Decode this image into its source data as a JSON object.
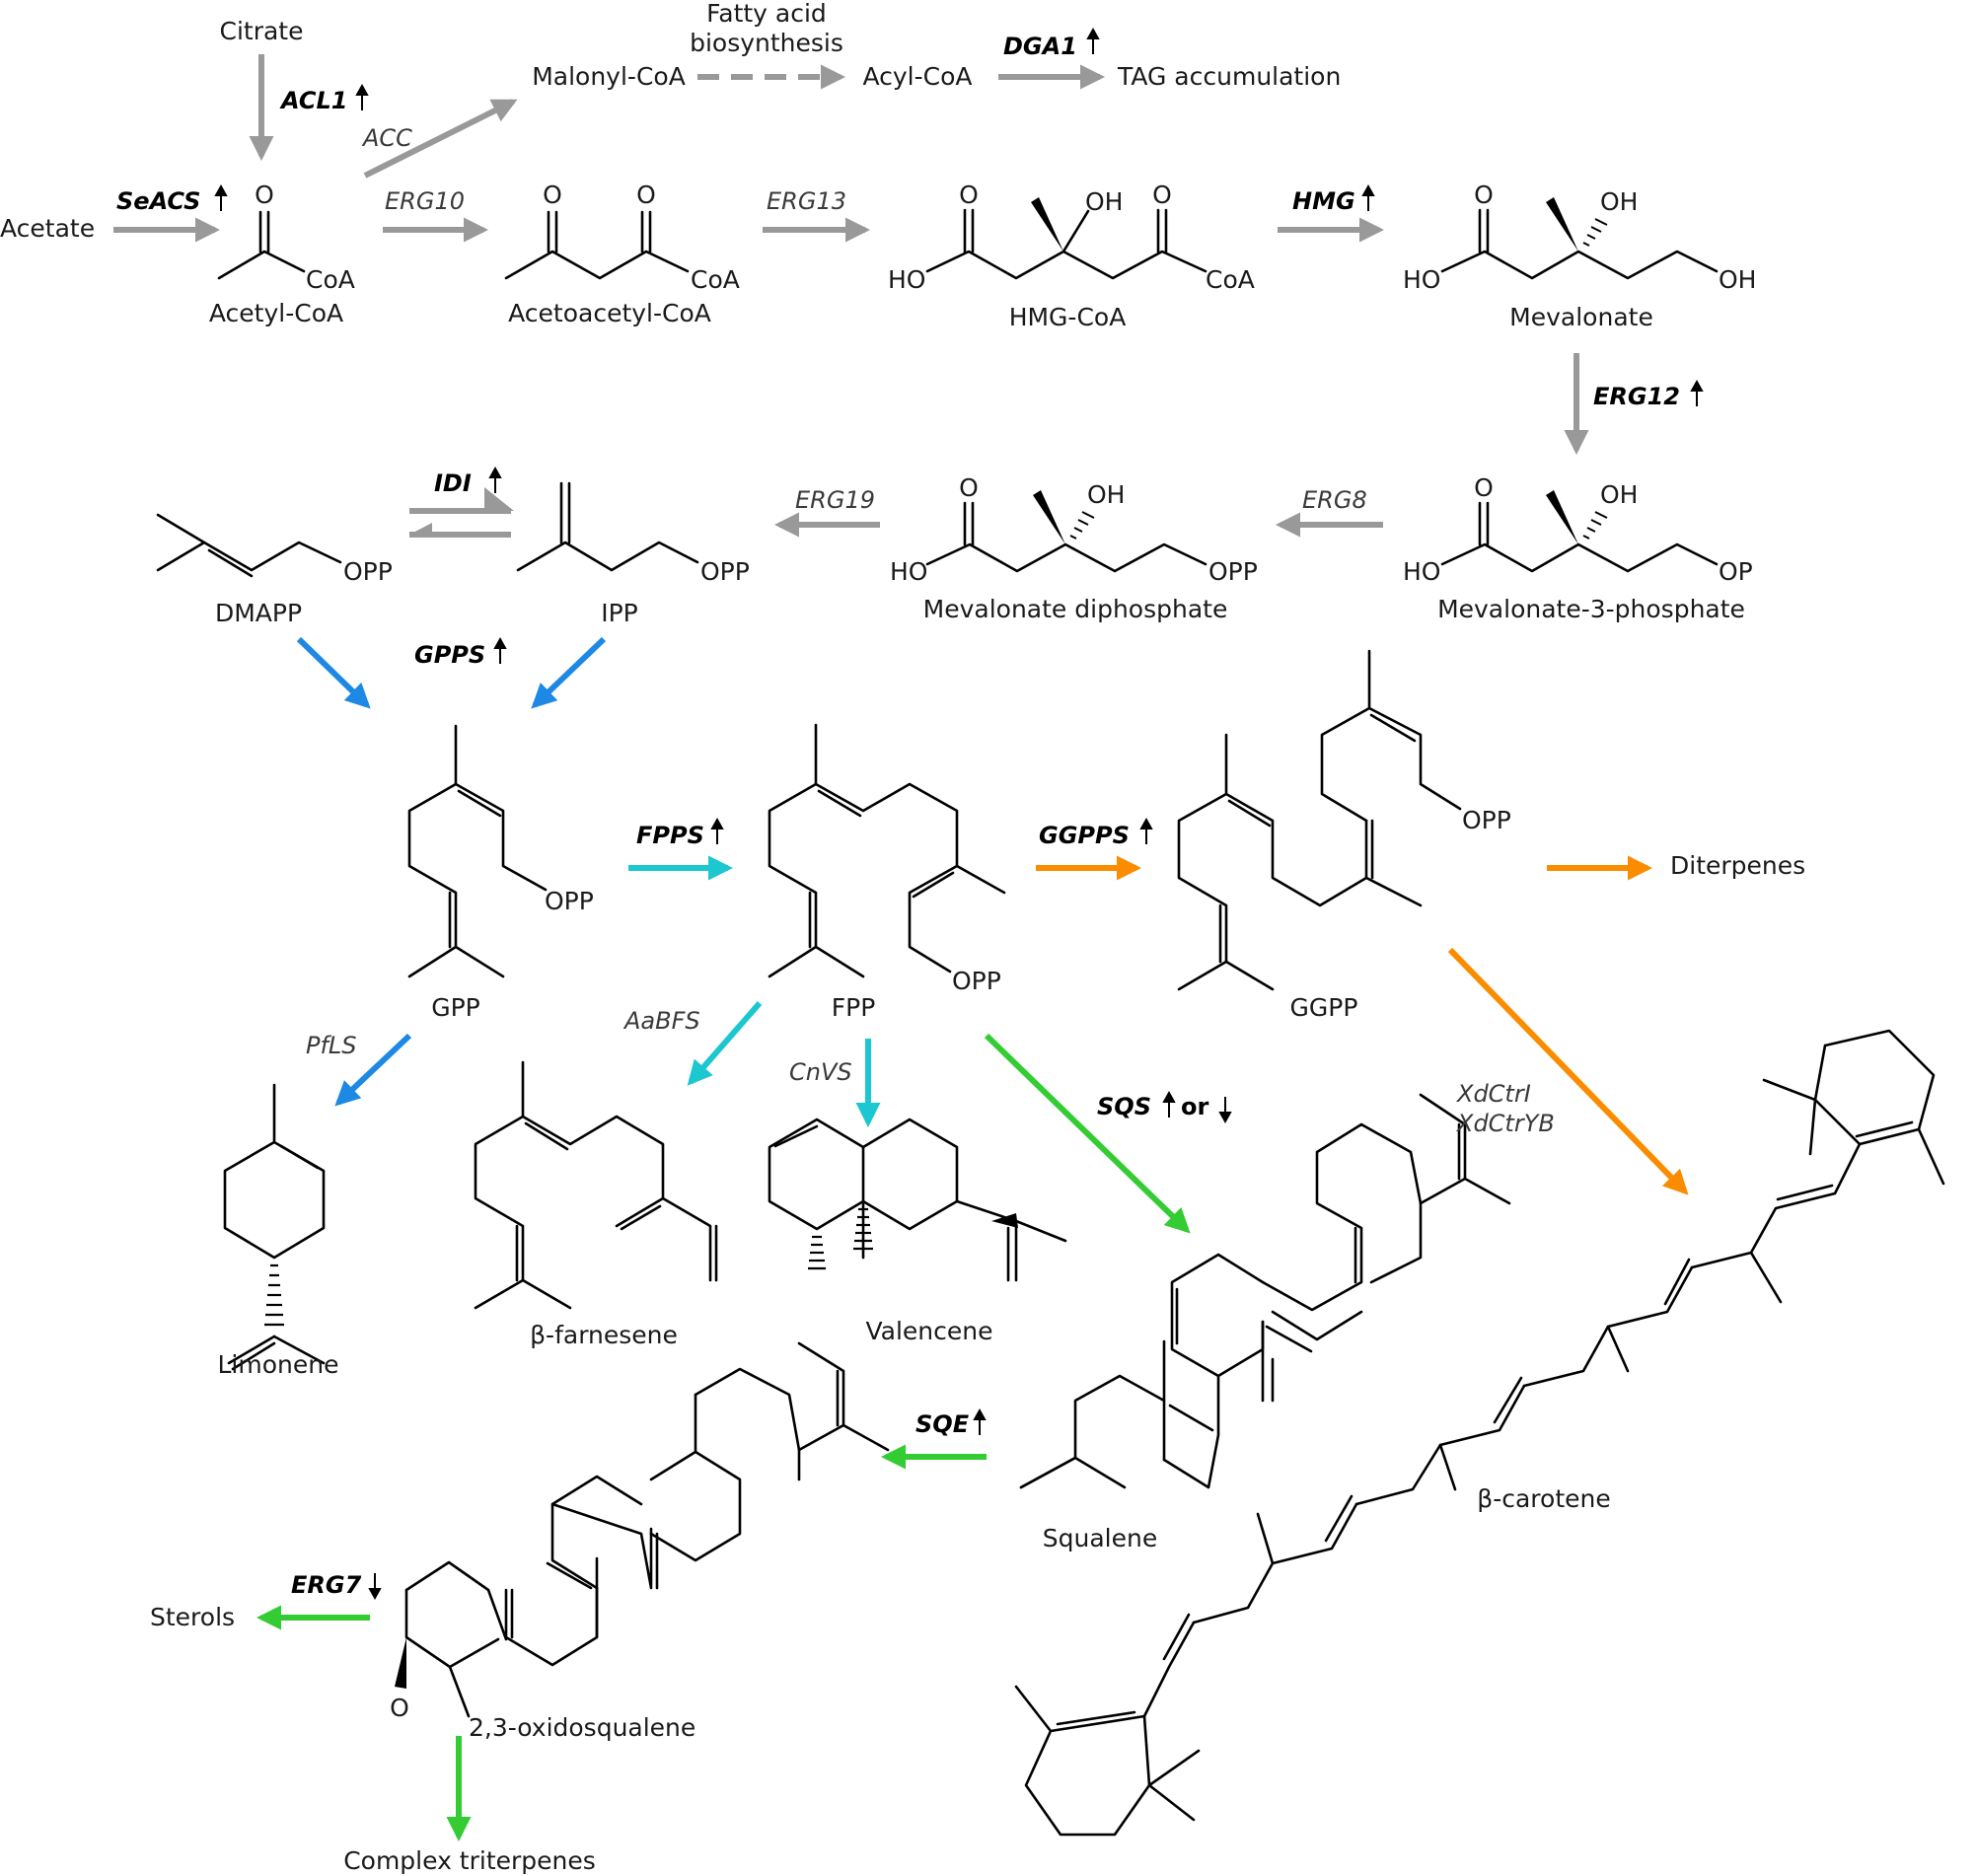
{
  "colors": {
    "core": "#999999",
    "monoterpene": "#1e88e5",
    "sesquiterpene": "#1cc7d0",
    "diterpene": "#fb8c00",
    "triterpene": "#33cc33",
    "structure": "#000000"
  },
  "molecules": {
    "citrate": "Citrate",
    "acetate": "Acetate",
    "acetyl_coa": "Acetyl-CoA",
    "malonyl_coa": "Malonyl-CoA",
    "acyl_coa": "Acyl-CoA",
    "tag": "TAG accumulation",
    "fatty_acid_1": "Fatty acid",
    "fatty_acid_2": "biosynthesis",
    "acetoacetyl_coa": "Acetoacetyl-CoA",
    "hmg_coa": "HMG-CoA",
    "mevalonate": "Mevalonate",
    "mevalonate_3p": "Mevalonate-3-phosphate",
    "mevalonate_pp": "Mevalonate diphosphate",
    "ipp": "IPP",
    "dmapp": "DMAPP",
    "gpp": "GPP",
    "fpp": "FPP",
    "ggpp": "GGPP",
    "diterpenes": "Diterpenes",
    "limonene": "Limonene",
    "farnesene": "β-farnesene",
    "valencene": "Valencene",
    "squalene": "Squalene",
    "carotene": "β-carotene",
    "oxidosqualene": "2,3-oxidosqualene",
    "sterols": "Sterols",
    "complex_triterpenes": "Complex triterpenes"
  },
  "enzymes": {
    "acl1": "ACL1",
    "seacs": "SeACS",
    "acc": "ACC",
    "dga1": "DGA1",
    "erg10": "ERG10",
    "erg13": "ERG13",
    "hmg": "HMG",
    "erg12": "ERG12",
    "erg8": "ERG8",
    "erg19": "ERG19",
    "idi": "IDI",
    "gpps": "GPPS",
    "fpps": "FPPS",
    "ggpps": "GGPPS",
    "pfls": "PfLS",
    "aabfs": "AaBFS",
    "cnvs": "CnVS",
    "sqs": "SQS",
    "sqs_or": "or",
    "xdctri": "XdCtrI",
    "xdctryb": "XdCtrYB",
    "sqe": "SQE",
    "erg7": "ERG7"
  },
  "atoms": {
    "o": "O",
    "oh": "OH",
    "ho": "HO",
    "coa": "CoA",
    "opp": "OPP",
    "op": "OP"
  }
}
